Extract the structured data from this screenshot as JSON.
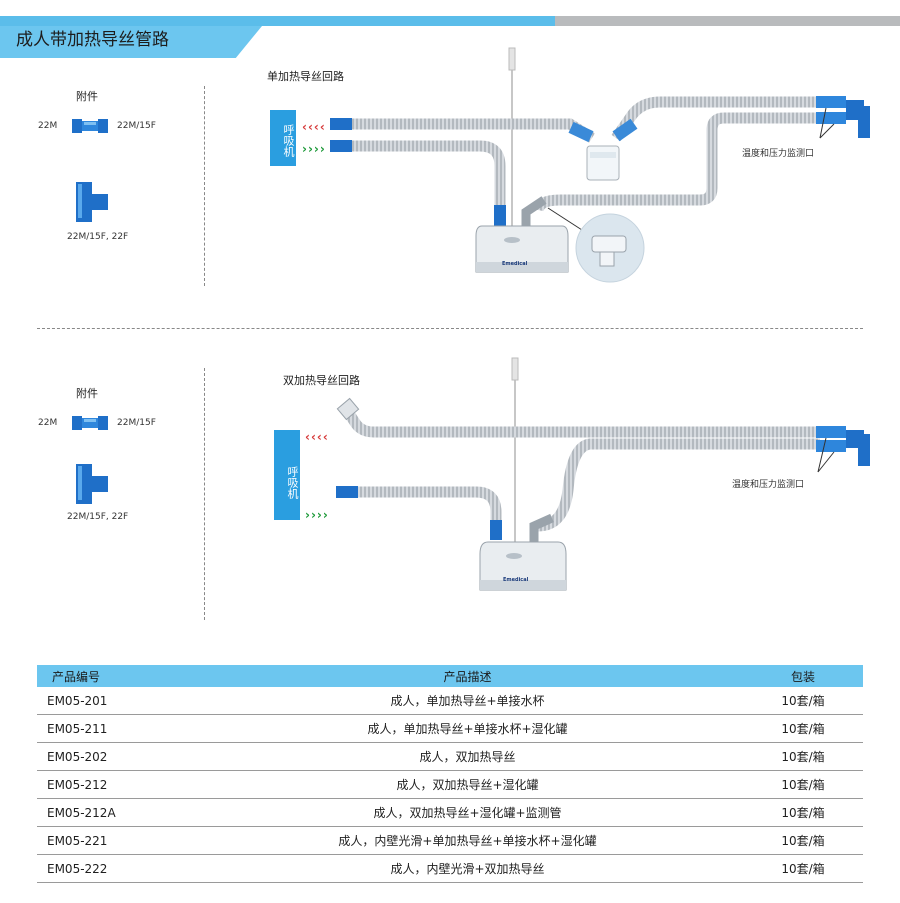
{
  "page_title": "成人带加热导丝管路",
  "section1": {
    "circuit_label": "单加热导丝回路",
    "accessory_title": "附件",
    "adapter_left": "22M",
    "adapter_right": "22M/15F",
    "elbow_label": "22M/15F, 22F",
    "ventilator_label": "呼吸机",
    "monitor_port_label": "温度和压力监测口",
    "brand": "Emedical"
  },
  "section2": {
    "circuit_label": "双加热导丝回路",
    "accessory_title": "附件",
    "adapter_left": "22M",
    "adapter_right": "22M/15F",
    "elbow_label": "22M/15F, 22F",
    "ventilator_label": "呼吸机",
    "monitor_port_label": "温度和压力监测口",
    "brand": "Emedical"
  },
  "arrows": {
    "inbound": "‹‹‹‹",
    "outbound": "››››"
  },
  "colors": {
    "accent": "#6cc6ef",
    "ventilator": "#2a9ee0",
    "connector": "#1f6fc8",
    "tube": "#c8cdd2",
    "arrow_in": "#d63a3a",
    "arrow_out": "#1e9a3a"
  },
  "table": {
    "headers": [
      "产品编号",
      "产品描述",
      "包装"
    ],
    "rows": [
      [
        "EM05-201",
        "成人，单加热导丝+单接水杯",
        "10套/箱"
      ],
      [
        "EM05-211",
        "成人，单加热导丝+单接水杯+湿化罐",
        "10套/箱"
      ],
      [
        "EM05-202",
        "成人，双加热导丝",
        "10套/箱"
      ],
      [
        "EM05-212",
        "成人，双加热导丝+湿化罐",
        "10套/箱"
      ],
      [
        "EM05-212A",
        "成人，双加热导丝+湿化罐+监测管",
        "10套/箱"
      ],
      [
        "EM05-221",
        "成人，内壁光滑+单加热导丝+单接水杯+湿化罐",
        "10套/箱"
      ],
      [
        "EM05-222",
        "成人，内壁光滑+双加热导丝",
        "10套/箱"
      ]
    ]
  }
}
